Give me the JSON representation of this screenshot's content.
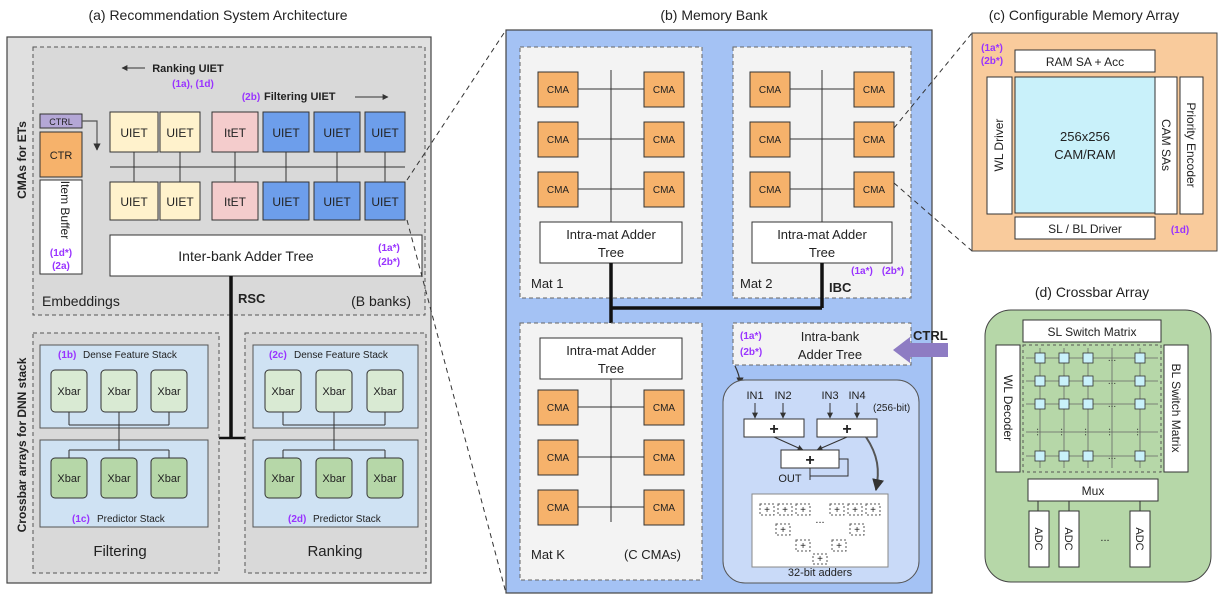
{
  "panels": {
    "a_title": "(a) Recommendation System Architecture",
    "b_title": "(b) Memory Bank",
    "c_title": "(c) Configurable Memory Array",
    "d_title": "(d) Crossbar Array"
  },
  "arch": {
    "side_label_top": "CMAs for ETs",
    "side_label_bottom": "Crossbar arrays for DNN stack",
    "ranking_uiet": "Ranking UIET",
    "tag_1a_1d": "(1a), (1d)",
    "tag_2b": "(2b)",
    "filtering_uiet": "Filtering UIET",
    "ctrl": "CTRL",
    "ctr": "CTR",
    "item_buffer": "Item Buffer",
    "tag_1d_star": "(1d*)",
    "tag_2a": "(2a)",
    "et_row_top": [
      "UIET",
      "UIET",
      "ItET",
      "UIET",
      "UIET",
      "UIET"
    ],
    "et_row_bottom": [
      "UIET",
      "UIET",
      "ItET",
      "UIET",
      "UIET",
      "UIET"
    ],
    "inter_bank_adder": "Inter-bank Adder Tree",
    "tag_1a_star": "(1a*)",
    "tag_2b_star": "(2b*)",
    "embeddings": "Embeddings",
    "b_banks": "(B banks)",
    "rsc": "RSC",
    "tag_1b": "(1b)",
    "dense_stack_left": "Dense Feature Stack",
    "tag_2c": "(2c)",
    "dense_stack_right": "Dense Feature Stack",
    "xbar": "Xbar",
    "tag_1c": "(1c)",
    "predictor_left": "Predictor Stack",
    "tag_2d": "(2d)",
    "predictor_right": "Predictor Stack",
    "filtering": "Filtering",
    "ranking": "Ranking"
  },
  "bank": {
    "cma": "CMA",
    "intra_mat_l1": "Intra-mat Adder",
    "intra_mat_l2": "Tree",
    "mat1": "Mat 1",
    "mat2": "Mat 2",
    "matk": "Mat K",
    "c_cmas": "(C CMAs)",
    "ibc": "IBC",
    "tag_1a_star": "(1a*)",
    "tag_2b_star": "(2b*)",
    "intra_bank_l1": "Intra-bank",
    "intra_bank_l2": "Adder Tree",
    "ctrl": "CTRL",
    "inputs": [
      "IN1",
      "IN2",
      "IN3",
      "IN4"
    ],
    "bitwidth": "(256-bit)",
    "plus": "+",
    "out": "OUT",
    "adders_caption": "32-bit adders",
    "ellipsis": "...",
    "dots": "..."
  },
  "cma_array": {
    "tag_1a_star": "(1a*)",
    "tag_2b_star": "(2b*)",
    "ram_sa": "RAM SA + Acc",
    "wl_driver": "WL Driver",
    "core_l1": "256x256",
    "core_l2": "CAM/RAM",
    "cam_sas": "CAM SAs",
    "priority_encoder": "Priority Encoder",
    "sl_bl_driver": "SL / BL Driver",
    "tag_1d": "(1d)"
  },
  "crossbar": {
    "sl_switch": "SL Switch Matrix",
    "wl_decoder": "WL Decoder",
    "bl_switch": "BL Switch Matrix",
    "mux": "Mux",
    "adc": "ADC",
    "ellipsis": "..."
  },
  "colors": {
    "purple": "#9933ff",
    "uiet_yellow": "#fff2cc",
    "itet_pink": "#f4cccc",
    "uiet_blue": "#6d9eeb",
    "cma_orange": "#f6b26b",
    "bank_blue": "#a4c2f4",
    "dnn_blue": "#cfe2f3",
    "xbar_green": "#b6d7a8",
    "crossbar_green": "#b6d7a8",
    "cell_cyan": "#c9f1fa",
    "ctrl_arrow": "#8e7cc3"
  }
}
